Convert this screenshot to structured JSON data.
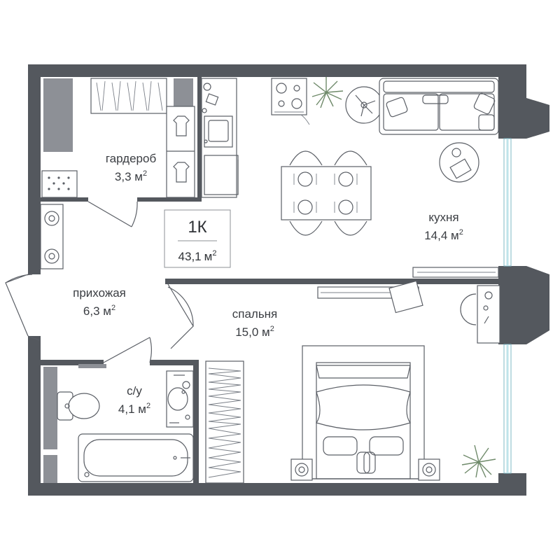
{
  "badge": {
    "type": "1К",
    "area_value": "43,1",
    "area_unit": "м",
    "unit_sup": "2"
  },
  "rooms": [
    {
      "id": "wardrobe",
      "name": "гардероб",
      "area": "3,3 м",
      "sup": "2"
    },
    {
      "id": "kitchen",
      "name": "кухня",
      "area": "14,4 м",
      "sup": "2"
    },
    {
      "id": "hallway",
      "name": "прихожая",
      "area": "6,3 м",
      "sup": "2"
    },
    {
      "id": "bedroom",
      "name": "спальня",
      "area": "15,0 м",
      "sup": "2"
    },
    {
      "id": "bathroom",
      "name": "с/у",
      "area": "4,1 м",
      "sup": "2"
    }
  ],
  "colors": {
    "wall": "#54585e",
    "window": "#bfe3ea",
    "furniture_line": "#5b5f66",
    "accent_gray": "#8d9096"
  },
  "icons": [
    "stove-icon",
    "sink-icon",
    "bathtub-icon",
    "toilet-icon",
    "bed-icon",
    "sofa-icon",
    "plant-icon",
    "washing-machine-icon",
    "dining-table-icon"
  ]
}
